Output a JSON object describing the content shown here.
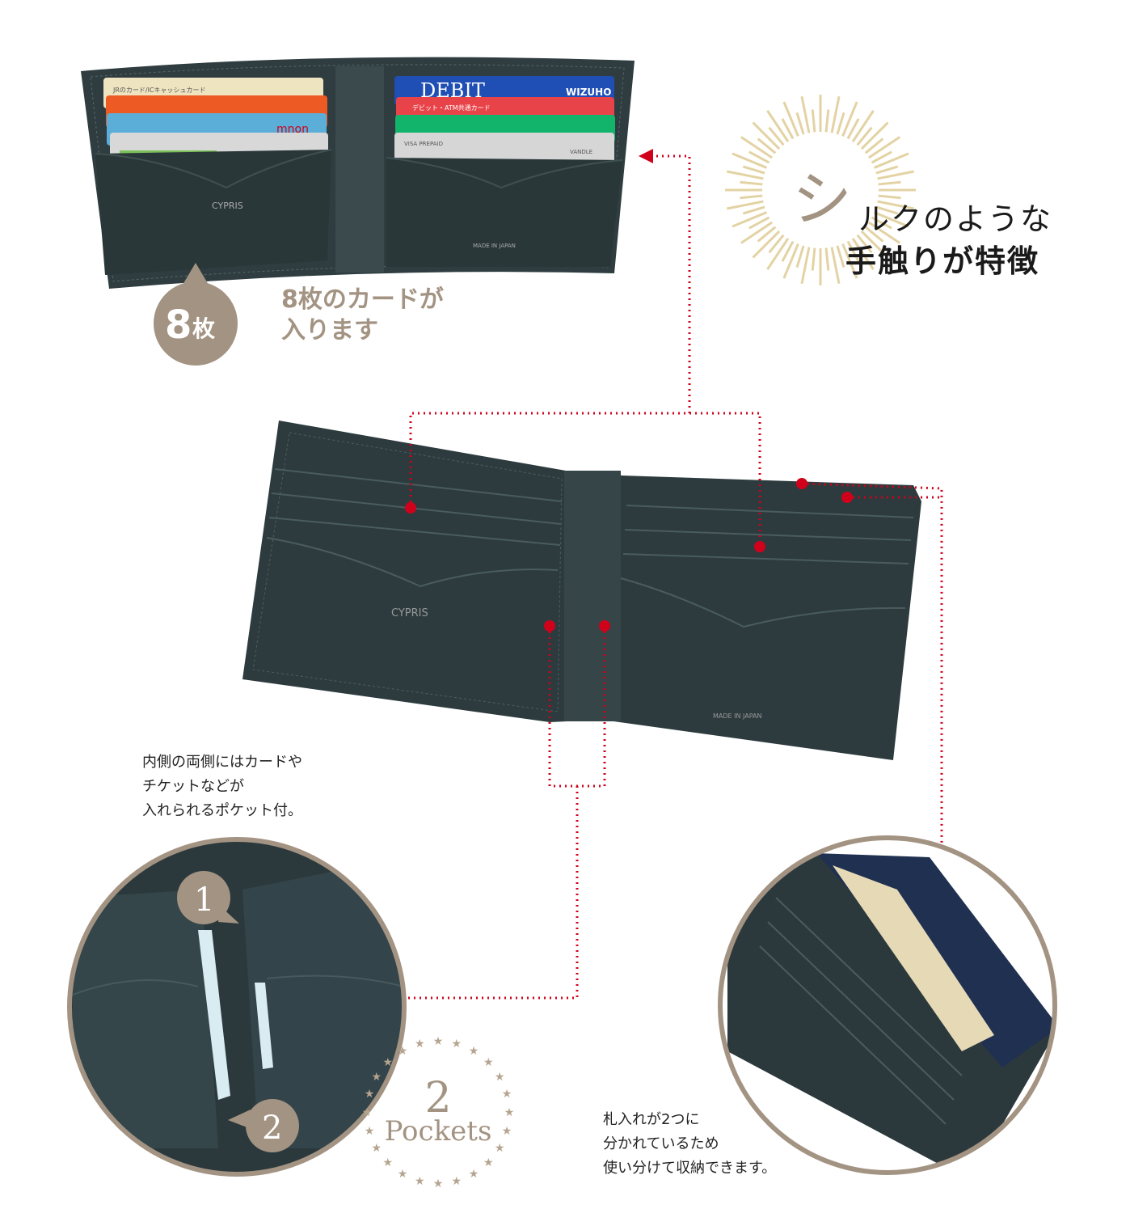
{
  "card_badge": {
    "number": "8",
    "unit": "枚"
  },
  "card_note": "8枚のカードが\n入ります",
  "headline": {
    "first_char": "シ",
    "line1_rest": "ルクのような",
    "line2": "手触りが特徴"
  },
  "wallet_top": {
    "cards_left": [
      "JRのカード/ICキャッシュカード",
      "",
      "mnon",
      ""
    ],
    "cards_right": [
      "DEBIT",
      "WIZUHO",
      "デビット・ATM共通カード",
      "VISA PREPAID",
      "VANDLE"
    ],
    "brand": "CYPRIS",
    "made_in": "MADE IN JAPAN"
  },
  "wallet_main": {
    "brand": "CYPRIS",
    "made_in": "MADE IN JAPAN"
  },
  "pocket_note": "内側の両側にはカードや\nチケットなどが\n入れられるポケット付。",
  "pocket_badges": [
    "1",
    "2"
  ],
  "pockets_emblem": {
    "number": "2",
    "label": "Pockets"
  },
  "bill_note": "札入れが2つに\n分かれているため\n使い分けて収納できます。",
  "colors": {
    "accent": "#a39382",
    "leather": "#2f3d40",
    "pointer": "#d0021b",
    "sunburst": "#e3d3a4"
  }
}
